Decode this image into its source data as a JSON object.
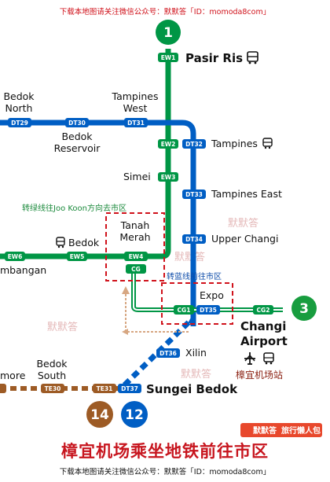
{
  "header": {
    "note": "下载本地图请关注微信公众号：默默答「ID：momoda8com」"
  },
  "footer": {
    "title": "樟宜机场乘坐地铁前往市区",
    "note": "下载本地图请关注微信公众号：默默答「ID：momoda8com」",
    "logo_text": "默默答",
    "logo_sub": "旅行懒人包"
  },
  "lines": {
    "ew_color": "#009645",
    "dt_color": "#005ec4",
    "te_color": "#9d5b25",
    "green_badge": "1",
    "orange_badge": "3",
    "brown_badge": "14",
    "blue_badge": "12",
    "orange_badge_color": "#189d3f"
  },
  "stations": {
    "pasir_ris": {
      "name": "Pasir Ris",
      "code": "EW1"
    },
    "bedok_north": {
      "name_l1": "Bedok",
      "name_l2": "North",
      "code": "DT29"
    },
    "bedok_reservoir": {
      "name_l1": "Bedok",
      "name_l2": "Reservoir",
      "code": "DT30"
    },
    "tampines_west": {
      "name_l1": "Tampines",
      "name_l2": "West",
      "code": "DT31"
    },
    "tampines": {
      "name": "Tampines",
      "code_ew": "EW2",
      "code_dt": "DT32"
    },
    "simei": {
      "name": "Simei",
      "code": "EW3"
    },
    "tampines_east": {
      "name": "Tampines East",
      "code": "DT33"
    },
    "upper_changi": {
      "name": "Upper Changi",
      "code": "DT34"
    },
    "bedok": {
      "name": "Bedok",
      "code": "EW5"
    },
    "kembangan": {
      "name": "mbangan",
      "code": "EW6"
    },
    "tanah_merah": {
      "name_l1": "Tanah",
      "name_l2": "Merah",
      "code_ew": "EW4",
      "code_cg": "CG"
    },
    "expo": {
      "name": "Expo",
      "code_cg": "CG1",
      "code_dt": "DT35"
    },
    "changi_airport": {
      "name_l1": "Changi",
      "name_l2": "Airport",
      "code": "CG2",
      "cn": "樟宜机场站"
    },
    "xilin": {
      "name": "Xilin",
      "code": "DT36"
    },
    "sungei_bedok": {
      "name": "Sungei Bedok",
      "code_te": "TE31",
      "code_dt": "DT37"
    },
    "bedok_south": {
      "name_l1": "Bedok",
      "name_l2": "South",
      "code": "TE30"
    },
    "more": {
      "name": "more"
    }
  },
  "transfer_notes": {
    "to_green": "转绿线往Joo Koon方向去市区",
    "to_blue": "转蓝线前往市区"
  },
  "watermark": "默默答"
}
